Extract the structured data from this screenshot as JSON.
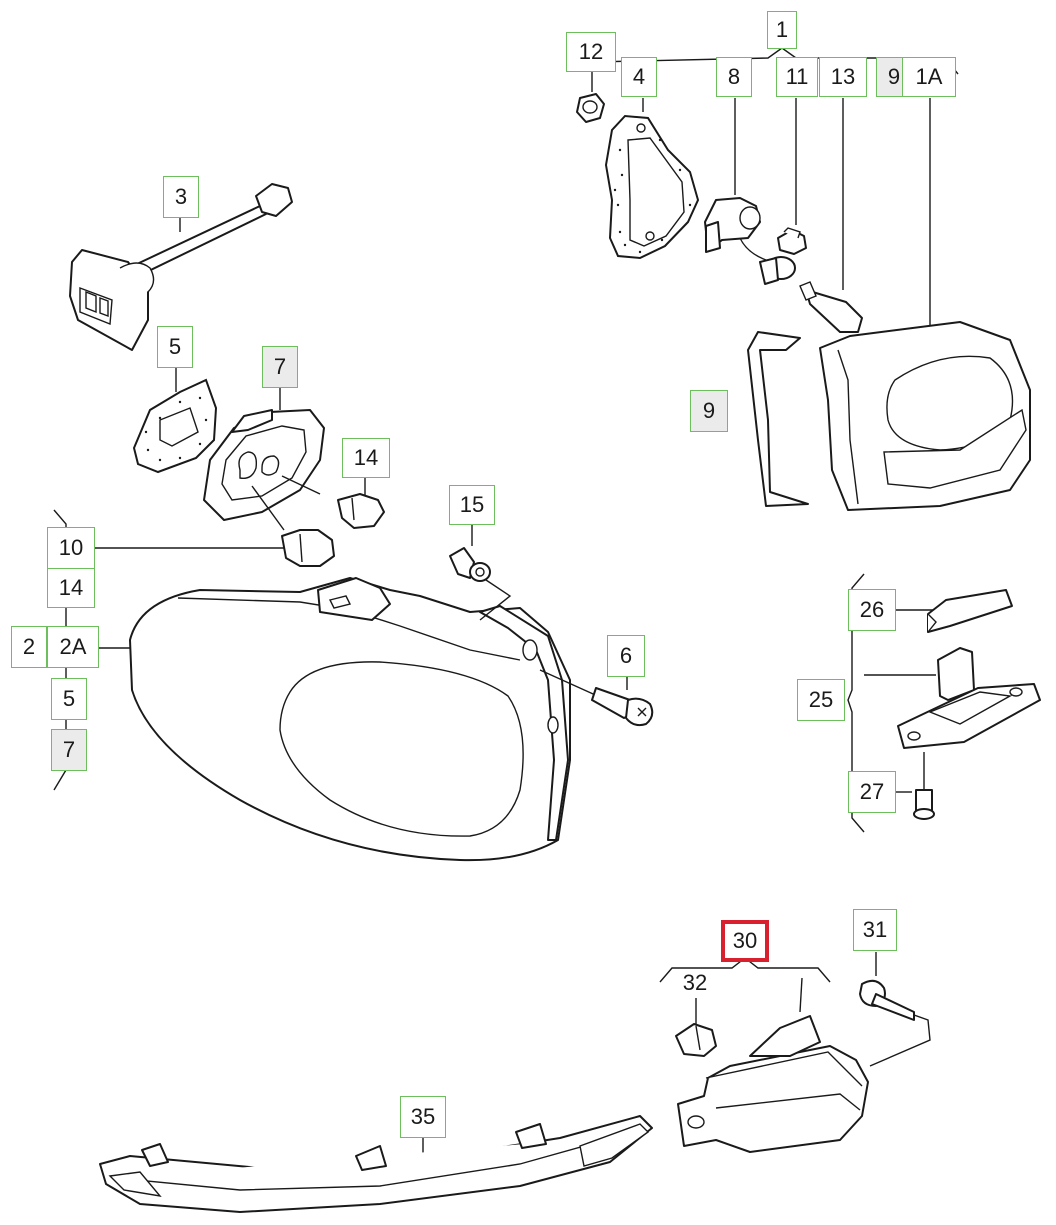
{
  "diagram": {
    "callouts": [
      {
        "id": "c1",
        "label": "1",
        "shaded": false,
        "selected": false
      },
      {
        "id": "c12",
        "label": "12",
        "shaded": false,
        "selected": false
      },
      {
        "id": "c4",
        "label": "4",
        "shaded": false,
        "selected": false
      },
      {
        "id": "c8",
        "label": "8",
        "shaded": false,
        "selected": false
      },
      {
        "id": "c11",
        "label": "11",
        "shaded": false,
        "selected": false
      },
      {
        "id": "c13",
        "label": "13",
        "shaded": false,
        "selected": false
      },
      {
        "id": "c9a",
        "label": "9",
        "shaded": true,
        "selected": false
      },
      {
        "id": "c1A",
        "label": "1A",
        "shaded": false,
        "selected": false
      },
      {
        "id": "c3",
        "label": "3",
        "shaded": false,
        "selected": false
      },
      {
        "id": "c5a",
        "label": "5",
        "shaded": false,
        "selected": false
      },
      {
        "id": "c7a",
        "label": "7",
        "shaded": true,
        "selected": false
      },
      {
        "id": "c9b",
        "label": "9",
        "shaded": true,
        "selected": false
      },
      {
        "id": "c14a",
        "label": "14",
        "shaded": false,
        "selected": false
      },
      {
        "id": "c15",
        "label": "15",
        "shaded": false,
        "selected": false
      },
      {
        "id": "c10",
        "label": "10",
        "shaded": false,
        "selected": false
      },
      {
        "id": "c14b",
        "label": "14",
        "shaded": false,
        "selected": false
      },
      {
        "id": "c2",
        "label": "2",
        "shaded": false,
        "selected": false
      },
      {
        "id": "c2A",
        "label": "2A",
        "shaded": false,
        "selected": false
      },
      {
        "id": "c5b",
        "label": "5",
        "shaded": false,
        "selected": false
      },
      {
        "id": "c7b",
        "label": "7",
        "shaded": false,
        "selected": false
      },
      {
        "id": "c6",
        "label": "6",
        "shaded": false,
        "selected": false
      },
      {
        "id": "c26",
        "label": "26",
        "shaded": false,
        "selected": false
      },
      {
        "id": "c25",
        "label": "25",
        "shaded": false,
        "selected": false
      },
      {
        "id": "c27",
        "label": "27",
        "shaded": false,
        "selected": false
      },
      {
        "id": "c30",
        "label": "30",
        "shaded": false,
        "selected": true
      },
      {
        "id": "c31",
        "label": "31",
        "shaded": false,
        "selected": false
      },
      {
        "id": "c32",
        "label": "32",
        "shaded": false,
        "selected": false
      },
      {
        "id": "c35",
        "label": "35",
        "shaded": false,
        "selected": false
      }
    ]
  }
}
